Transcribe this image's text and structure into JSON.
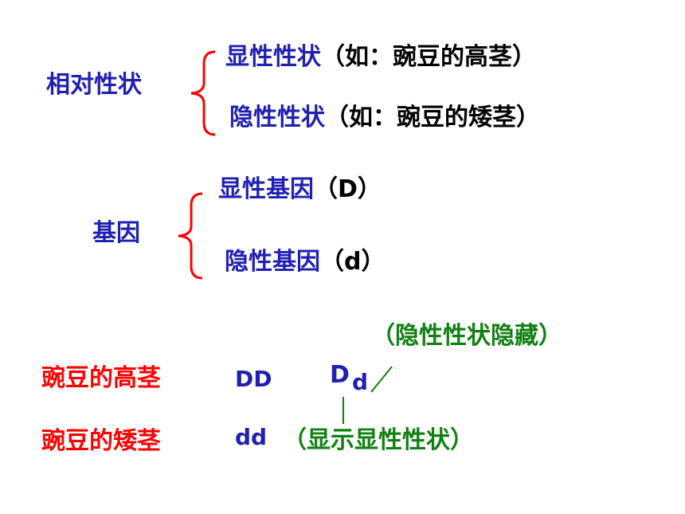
{
  "traits": {
    "group_label": "相对性状",
    "dominant": {
      "label": "显性性状",
      "example": "（如：豌豆的高茎）"
    },
    "recessive": {
      "label": "隐性性状",
      "example": "（如：豌豆的矮茎）"
    }
  },
  "genes": {
    "group_label": "基因",
    "dominant": {
      "label": "显性基因",
      "symbol": "（D）"
    },
    "recessive": {
      "label": "隐性基因",
      "symbol": "（d）"
    }
  },
  "examples": {
    "tall": {
      "label": "豌豆的高茎",
      "genotype": "DD",
      "hetero_big": "D",
      "hetero_small": "d"
    },
    "short": {
      "label": "豌豆的矮茎",
      "genotype": "dd"
    },
    "note_hidden": "（隐性性状隐藏）",
    "note_shown": "（显示显性性状）"
  },
  "colors": {
    "term": "#1f1fb4",
    "example_text": "#000000",
    "brace": "#ff0000",
    "phenotype_label": "#ff0000",
    "annotation": "#128012"
  }
}
